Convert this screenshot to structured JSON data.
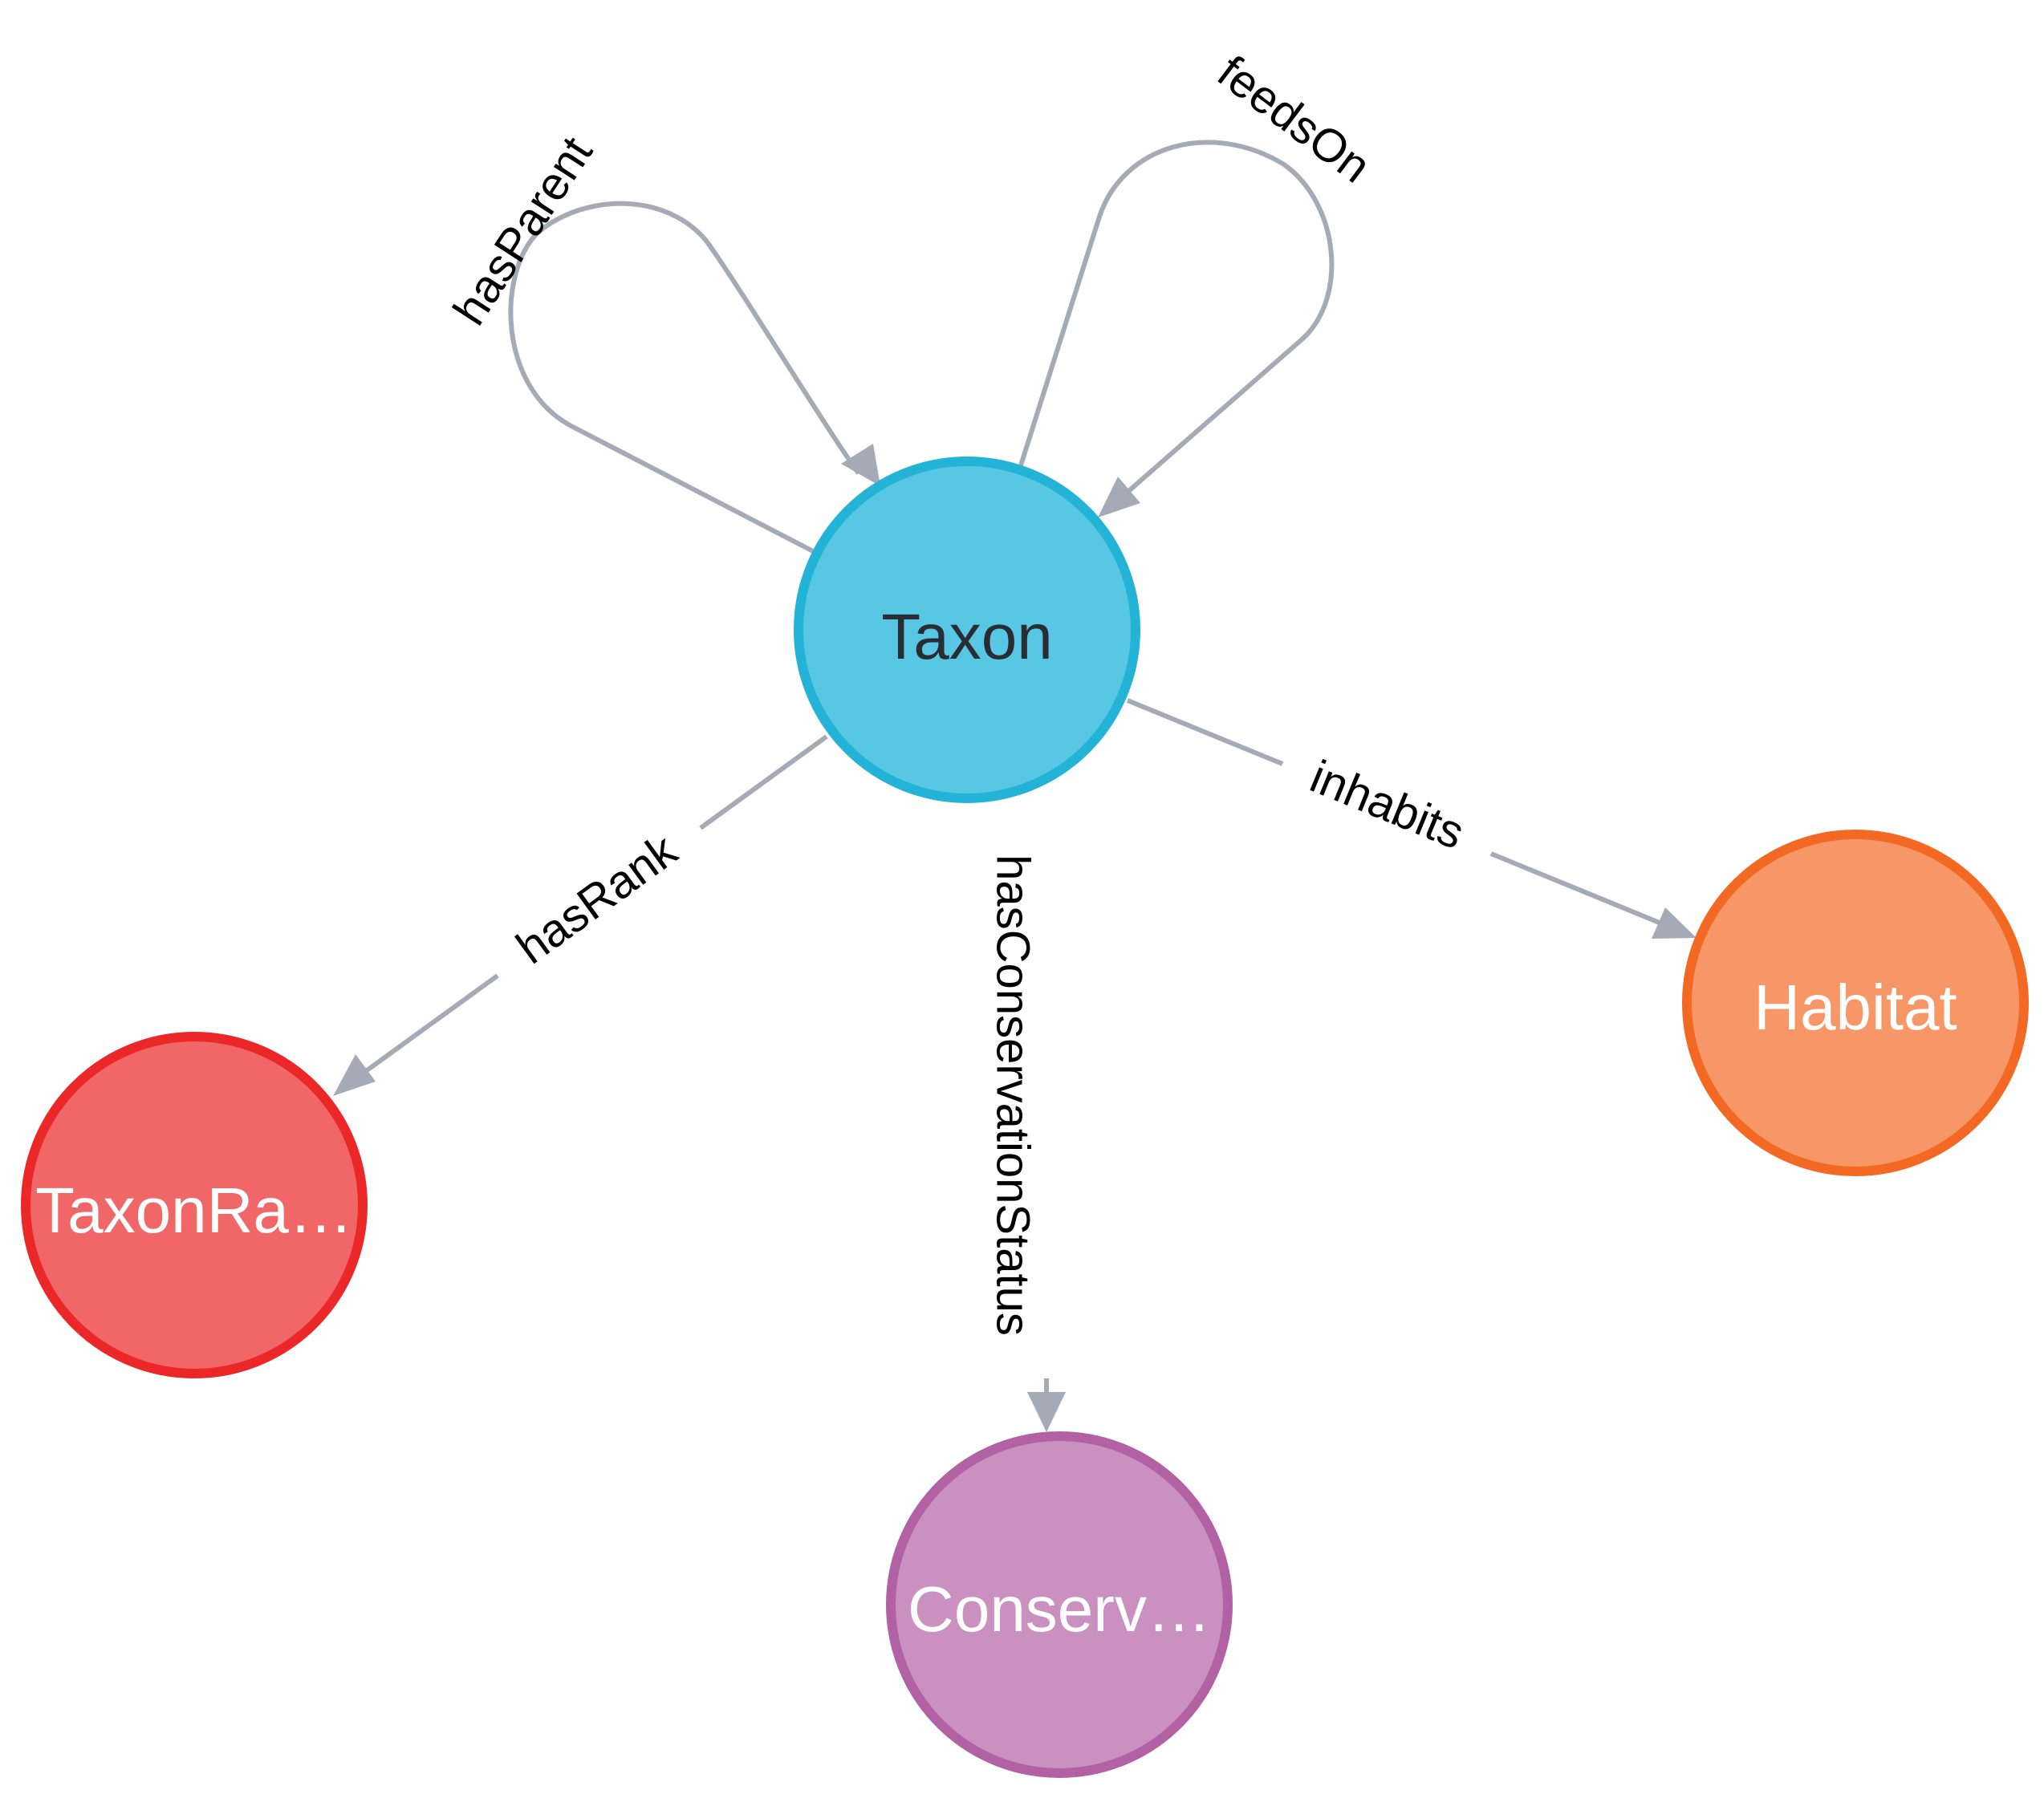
{
  "graph": {
    "nodes": [
      {
        "id": "taxon",
        "label": "Taxon",
        "fill": "#57c7e3",
        "stroke": "#23b3d7",
        "text_color": "#2a2c34"
      },
      {
        "id": "habitat",
        "label": "Habitat",
        "fill": "#f79767",
        "stroke": "#f36924",
        "text_color": "#ffffff"
      },
      {
        "id": "taxonrank",
        "label": "TaxonRa…",
        "fill": "#f16667",
        "stroke": "#eb2728",
        "text_color": "#ffffff"
      },
      {
        "id": "conservation",
        "label": "Conserv…",
        "fill": "#c990c0",
        "stroke": "#b261a5",
        "text_color": "#ffffff"
      }
    ],
    "edges": [
      {
        "id": "hasparent",
        "label": "hasParent",
        "source": "taxon",
        "target": "taxon"
      },
      {
        "id": "feedson",
        "label": "feedsOn",
        "source": "taxon",
        "target": "taxon"
      },
      {
        "id": "inhabits",
        "label": "inhabits",
        "source": "taxon",
        "target": "habitat"
      },
      {
        "id": "hasrank",
        "label": "hasRank",
        "source": "taxon",
        "target": "taxonrank"
      },
      {
        "id": "hasconservationstatus",
        "label": "hasConservationStatus",
        "source": "taxon",
        "target": "conservation"
      }
    ],
    "edge_color": "#a5abb6"
  }
}
